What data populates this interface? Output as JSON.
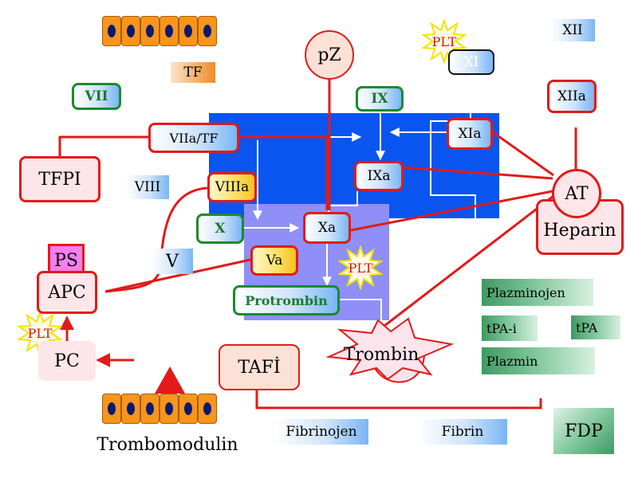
{
  "nodes": {
    "pz": "pZ",
    "tf": "TF",
    "plt": "PLT",
    "xi": "XI",
    "xii": "XII",
    "xiia": "XIIa",
    "vii": "VII",
    "ix": "IX",
    "xia": "XIa",
    "viia_tf": "VIIa/TF",
    "tfpi": "TFPI",
    "ixa": "IXa",
    "viii": "VIII",
    "viiia": "VIIIa",
    "at": "AT",
    "heparin": "Heparin",
    "x": "X",
    "xa": "Xa",
    "ps": "PS",
    "v": "V",
    "va": "Va",
    "apc": "APC",
    "protrombin": "Protrombin",
    "pc": "PC",
    "trombin": "Trombin",
    "tafi": "TAFİ",
    "trombomodulin": "Trombomodulin",
    "fibrinojen": "Fibrinojen",
    "fibrin": "Fibrin",
    "fdp": "FDP"
  },
  "fibrinolysis": {
    "plazminojen": "Plazminojen",
    "tpa_i": "tPA-i",
    "tpa": "tPA",
    "plazmin": "Plazmin"
  },
  "colors": {
    "blue_panel": "#0a55f0",
    "lavender_panel": "#8f8ff7",
    "inhibitor_red": "#e21a1a",
    "zymogen_green": "#1c8a2e",
    "arrow_white": "#ffffff"
  }
}
